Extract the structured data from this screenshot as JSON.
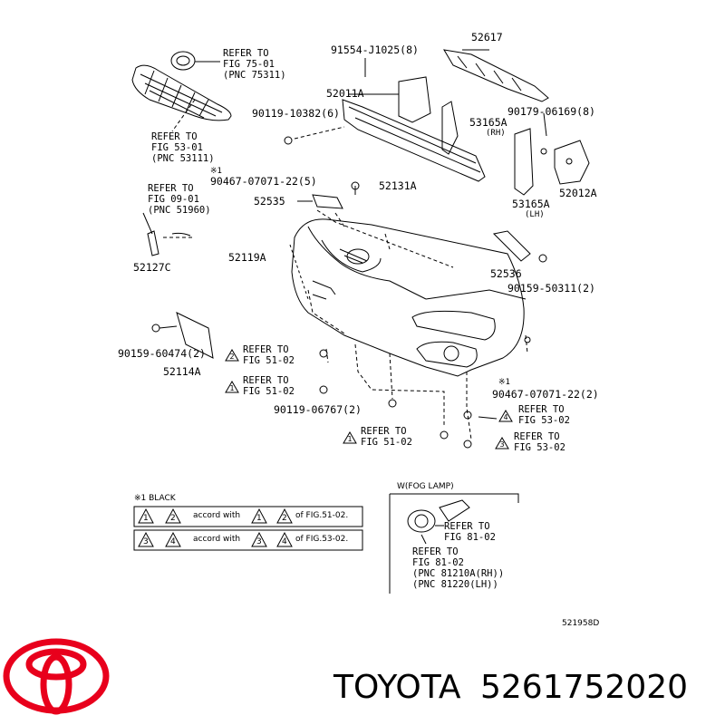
{
  "parts": {
    "p52617": "52617",
    "p91554": "91554-J1025(8)",
    "p52011A": "52011A",
    "p90119a": "90119-10382(6)",
    "p90179": "90179-06169(8)",
    "p53165A_rh": "53165A",
    "rh": "(RH)",
    "p52131A": "52131A",
    "p53165A_lh": "53165A",
    "lh": "(LH)",
    "p52012A": "52012A",
    "mark1a": "※1",
    "p90467a": "90467-07071-22(5)",
    "p52535": "52535",
    "p52119A": "52119A",
    "p52127C": "52127C",
    "p52536": "52536",
    "p90159a": "90159-50311(2)",
    "p90159b": "90159-60474(2)",
    "p52114A": "52114A",
    "mark1b": "※1",
    "p90467b": "90467-07071-22(2)",
    "p90119b": "90119-06767(2)"
  },
  "refs": {
    "r1": [
      "REFER TO",
      "FIG 75-01",
      "(PNC 75311)"
    ],
    "r2": [
      "REFER TO",
      "FIG 53-01",
      "(PNC 53111)"
    ],
    "r3": [
      "REFER TO",
      "FIG 09-01",
      "(PNC 51960)"
    ],
    "r4": [
      "REFER TO",
      "FIG 51-02"
    ],
    "r5": [
      "REFER TO",
      "FIG 51-02"
    ],
    "r6": [
      "REFER TO",
      "FIG 51-02"
    ],
    "r7": [
      "REFER TO",
      "FIG 53-02"
    ],
    "r8": [
      "REFER TO",
      "FIG 53-02"
    ],
    "r9": [
      "REFER TO",
      "FIG 81-02"
    ],
    "r10": [
      "REFER TO",
      "FIG 81-02",
      "(PNC 81210A(RH))",
      "(PNC 81220(LH))"
    ]
  },
  "triangles": {
    "t_r4": "2",
    "t_r5": "1",
    "t_r6": "1",
    "t_r7": "4",
    "t_r8": "3"
  },
  "legend": {
    "title": "※1 BLACK",
    "row1": {
      "a": "1",
      "b": "2",
      "text": "accord with",
      "c": "1",
      "d": "2",
      "suffix": "of FIG.51-02."
    },
    "row2": {
      "a": "3",
      "b": "4",
      "text": "accord with",
      "c": "3",
      "d": "4",
      "suffix": "of FIG.53-02."
    }
  },
  "fog": {
    "title": "W(FOG LAMP)"
  },
  "code": "521958D",
  "footer": {
    "brand": "TOYOTA",
    "number": "5261752020"
  },
  "colors": {
    "logo": "#e8001c",
    "ink": "#000000"
  }
}
